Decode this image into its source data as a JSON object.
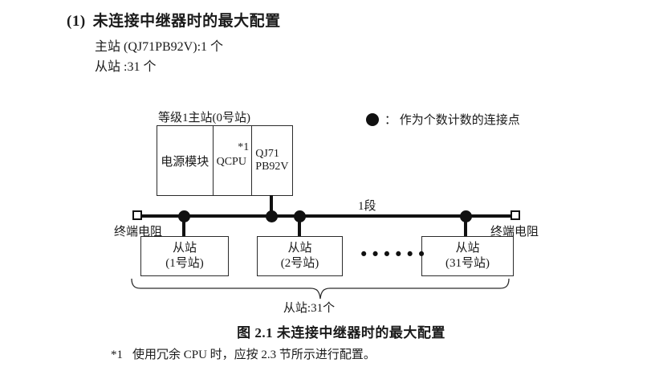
{
  "colors": {
    "background": "#ffffff",
    "text": "#1a1a1a",
    "line": "#111111",
    "box_border": "#2b2b2b"
  },
  "heading": {
    "number": "(1)",
    "title": "未连接中继器时的最大配置"
  },
  "summary": {
    "master": "主站 (QJ71PB92V):1 个",
    "slaves": "从站 :31 个"
  },
  "diagram": {
    "master_label": "等级1主站(0号站)",
    "master_modules": {
      "power": "电源模块",
      "cpu": "QCPU",
      "cpu_note": "*1",
      "network_line1": "QJ71",
      "network_line2": "PB92V"
    },
    "legend": {
      "symbol": "connection-point-dot",
      "text": "：  作为个数计数的连接点"
    },
    "segment_label": "1段",
    "terminator_left": "终端电阻",
    "terminator_right": "终端电阻",
    "slaves": [
      {
        "line1": "从站",
        "line2": "(1号站)"
      },
      {
        "line1": "从站",
        "line2": "(2号站)"
      },
      {
        "line1": "从站",
        "line2": "(31号站)"
      }
    ],
    "ellipsis": "••••••",
    "brace_label": "从站:31个"
  },
  "caption": "图 2.1 未连接中继器时的最大配置",
  "footnote": {
    "marker": "*1",
    "text": "使用冗余 CPU 时，应按 2.3 节所示进行配置。"
  }
}
